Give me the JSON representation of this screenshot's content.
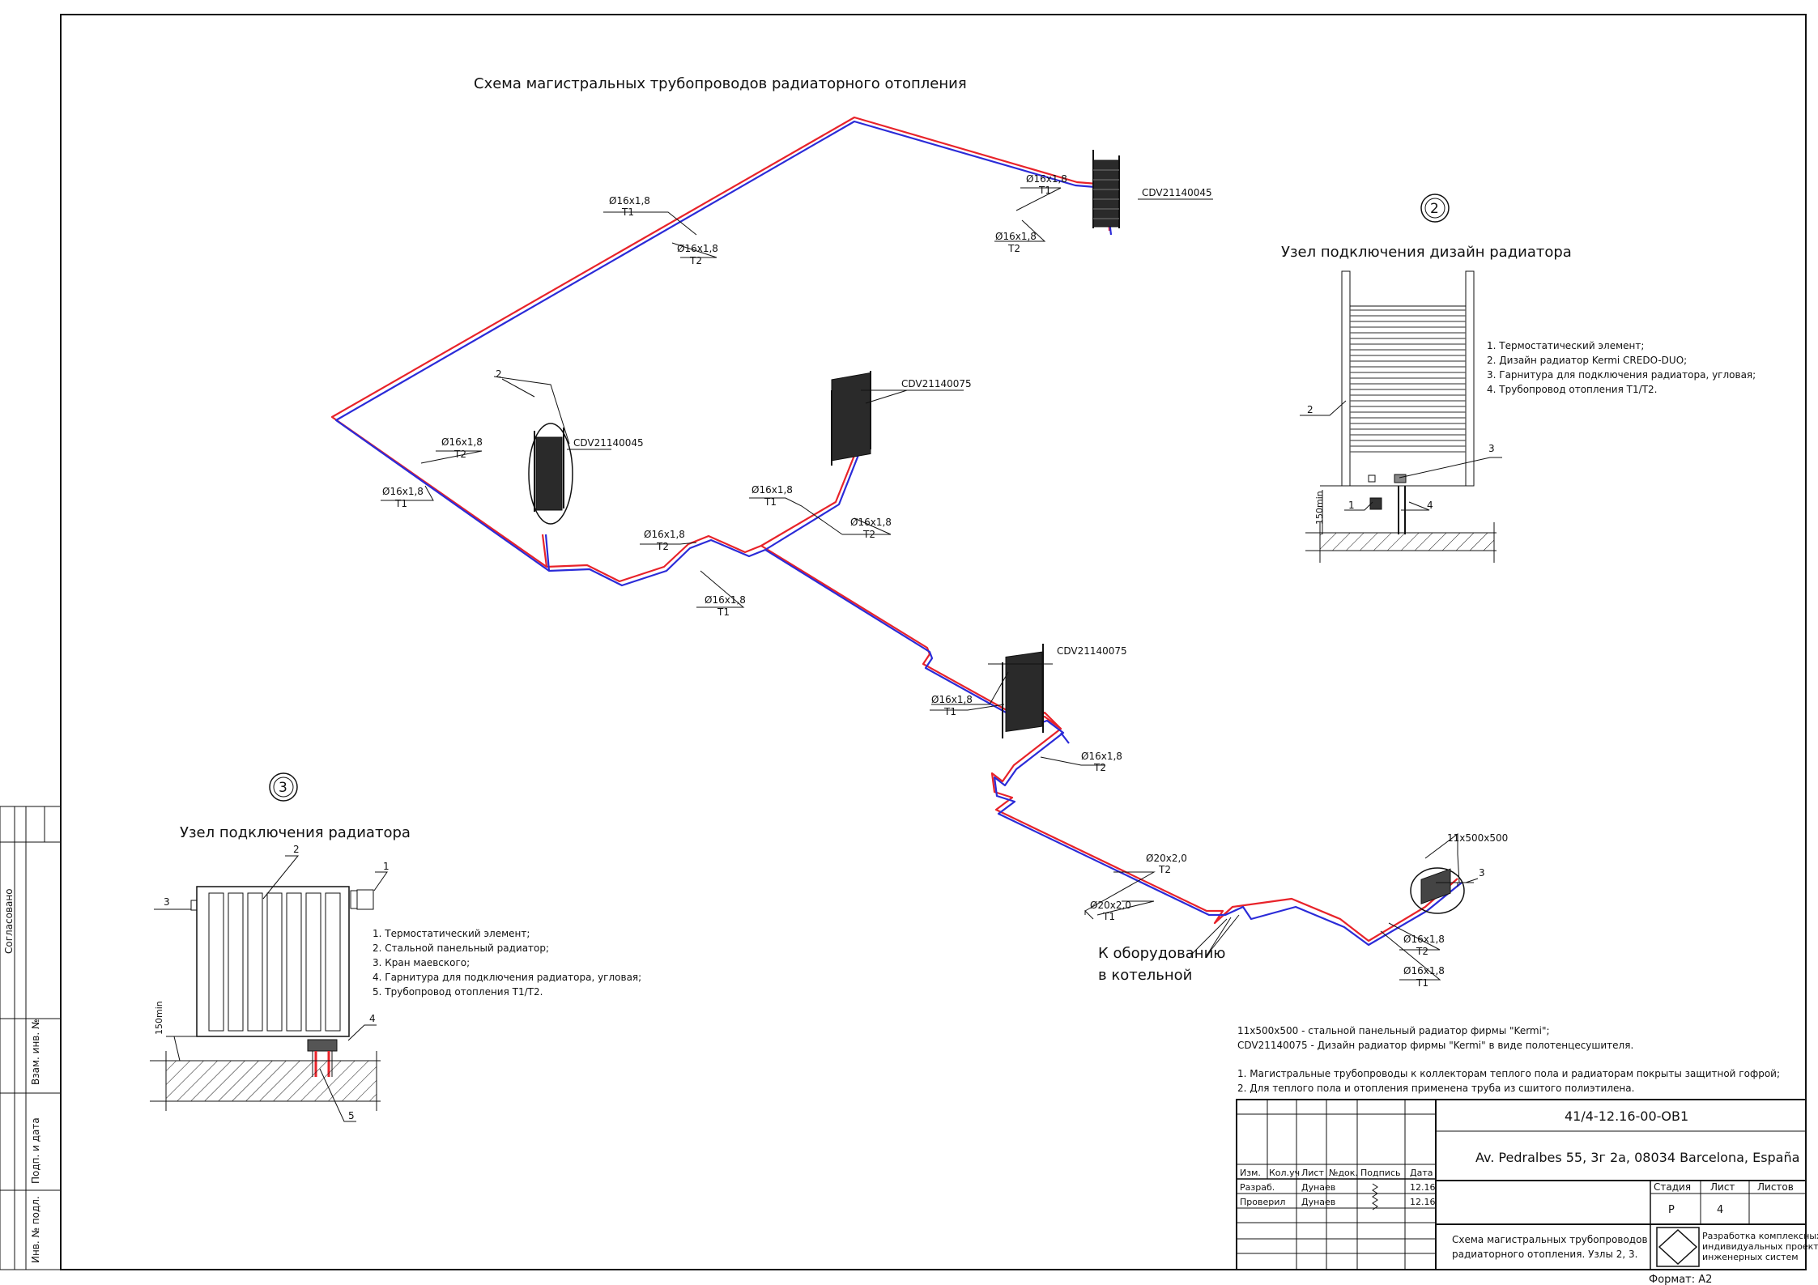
{
  "main_title": "Схема магистральных трубопроводов радиаторного отопления",
  "pipe_labels": [
    {
      "dia": "Ø16x1,8",
      "line": "T1"
    },
    {
      "dia": "Ø16x1,8",
      "line": "T2"
    },
    {
      "dia": "Ø16x1,8",
      "line": "T1"
    },
    {
      "dia": "Ø16x1,8",
      "line": "T2"
    },
    {
      "dia": "Ø16x1,8",
      "line": "T2"
    },
    {
      "dia": "Ø16x1,8",
      "line": "T1"
    },
    {
      "dia": "Ø16x1,8",
      "line": "T2"
    },
    {
      "dia": "Ø16x1,8",
      "line": "T1"
    },
    {
      "dia": "Ø16x1,8",
      "line": "T1"
    },
    {
      "dia": "Ø16x1,8",
      "line": "T2"
    },
    {
      "dia": "Ø16x1,8",
      "line": "T1"
    },
    {
      "dia": "Ø16x1,8",
      "line": "T2"
    },
    {
      "dia": "Ø20x2,0",
      "line": "T2"
    },
    {
      "dia": "Ø20x2,0",
      "line": "T1"
    },
    {
      "dia": "Ø16x1,8",
      "line": "T2"
    },
    {
      "dia": "Ø16x1,8",
      "line": "T1"
    }
  ],
  "radiator_labels": [
    "CDV21140045",
    "CDV21140075",
    "CDV21140045",
    "CDV21140075",
    "11x500x500"
  ],
  "callouts": {
    "c2": "2",
    "c3": "3"
  },
  "boiler_note": [
    "К оборудованию",
    "в котельной"
  ],
  "node2": {
    "number": "2",
    "title": "Узел подключения дизайн радиатора",
    "notes": [
      "1. Термостатический элемент;",
      "2. Дизайн радиатор Kermi CREDO-DUO;",
      "3. Гарнитура для подключения радиатора, угловая;",
      "4. Трубопровод отопления T1/T2."
    ],
    "marks": [
      "1",
      "2",
      "3",
      "4"
    ],
    "dim": "150min"
  },
  "node3": {
    "number": "3",
    "title": "Узел подключения радиатора",
    "notes": [
      "1. Термостатический элемент;",
      "2. Стальной панельный радиатор;",
      "3. Кран маевского;",
      "4. Гарнитура для подключения радиатора, угловая;",
      "5. Трубопровод отопления T1/T2."
    ],
    "marks": [
      "1",
      "2",
      "3",
      "4",
      "5"
    ],
    "dim": "150min"
  },
  "general_notes": [
    "11x500x500 - стальной панельный радиатор фирмы \"Kermi\";",
    "CDV21140075 - Дизайн радиатор фирмы \"Kermi\" в виде полотенцесушителя.",
    "1. Магистральные трубопроводы к коллекторам теплого пола и радиаторам покрыты защитной гофрой;",
    "2. Для теплого пола и отопления применена труба из сшитого полиэтилена."
  ],
  "side_stamp": [
    "Согласовано",
    "Взам. инв. №",
    "Подп. и дата",
    "Инв. № подл."
  ],
  "title_block": {
    "code": "41/4-12.16-00-ОВ1",
    "address": "Av. Pedralbes 55, 3г 2a, 08034 Barcelona, España",
    "headers": [
      "Изм.",
      "Кол.уч",
      "Лист",
      "№док.",
      "Подпись",
      "Дата"
    ],
    "rows": [
      {
        "role": "Разраб.",
        "name": "Дунаев",
        "date": "12.16"
      },
      {
        "role": "Проверил",
        "name": "Дунаев",
        "date": "12.16"
      }
    ],
    "stage_headers": [
      "Стадия",
      "Лист",
      "Листов"
    ],
    "stage": "Р",
    "sheet": "4",
    "sheets": "",
    "drawing_title": [
      "Схема магистральных трубопроводов",
      "радиаторного отопления. Узлы 2, 3."
    ],
    "company": [
      "Разработка комплексных",
      "индивидуальных проектов",
      "инженерных систем"
    ],
    "format": "Формат: А2"
  },
  "colors": {
    "supply": "#e8232a",
    "return": "#2b2bd8",
    "ink": "#111111"
  }
}
